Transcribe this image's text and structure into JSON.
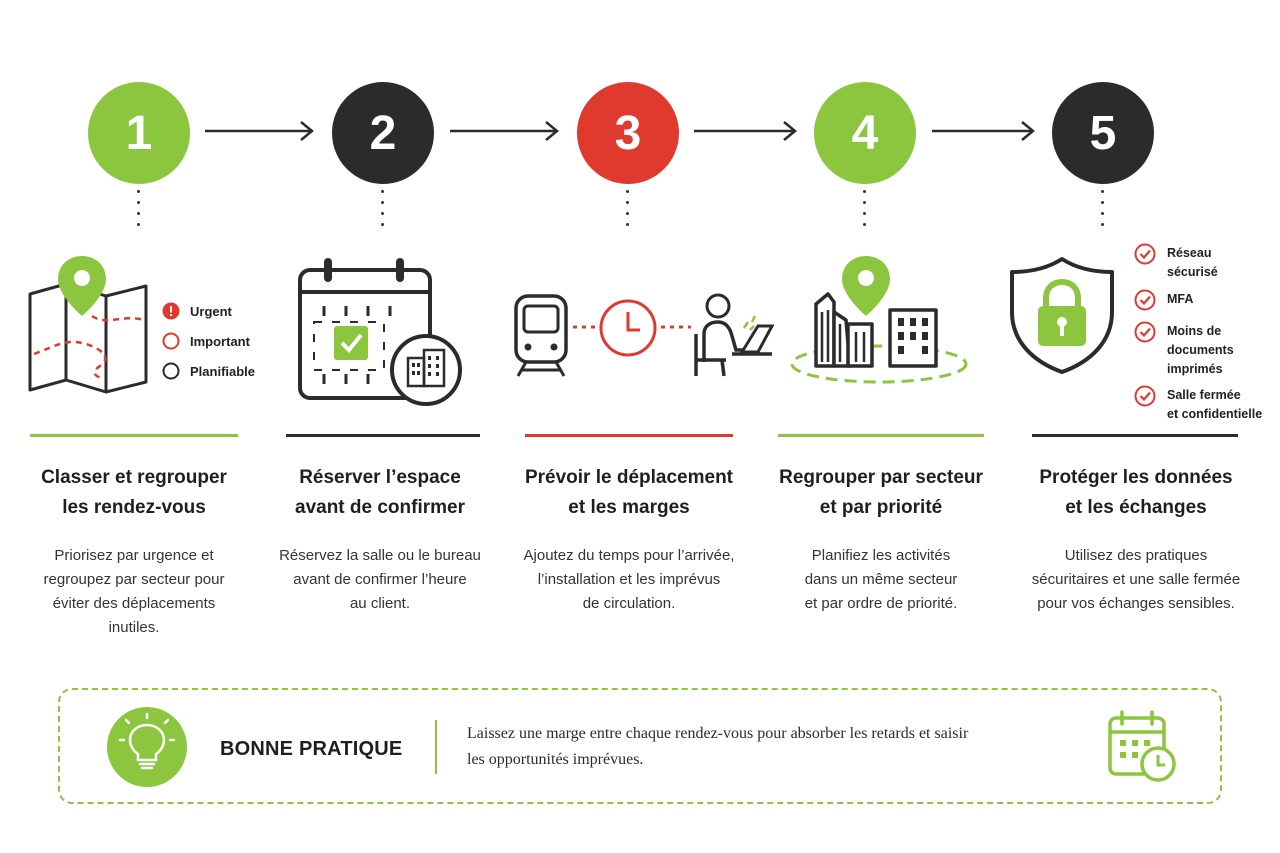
{
  "steps": [
    {
      "number": "1",
      "color": "#8cc63f",
      "title_line1": "Classer et regrouper",
      "title_line2": "les rendez-vous",
      "desc": [
        "Priorisez par urgence et",
        "regroupez par secteur pour",
        "éviter des déplacements",
        "inutiles."
      ]
    },
    {
      "number": "2",
      "color": "#2b2b2b",
      "title_line1": "Réserver l’espace",
      "title_line2": "avant de confirmer",
      "desc": [
        "Réservez la salle ou le bureau",
        "avant de confirmer l’heure",
        "au client."
      ]
    },
    {
      "number": "3",
      "color": "#e03a2f",
      "title_line1": "Prévoir le déplacement",
      "title_line2": "et les marges",
      "desc": [
        "Ajoutez du temps pour l’arrivée,",
        "l’installation et les imprévus",
        "de circulation."
      ]
    },
    {
      "number": "4",
      "color": "#8cc63f",
      "title_line1": "Regrouper par secteur",
      "title_line2": "et par priorité",
      "desc": [
        "Planifiez les activités",
        "dans un même secteur",
        "et par ordre de priorité."
      ]
    },
    {
      "number": "5",
      "color": "#2b2b2b",
      "title_line1": "Protéger les données",
      "title_line2": "et les échanges",
      "desc": [
        "Utilisez des pratiques",
        "sécuritaires et une salle fermée",
        "pour vos échanges sensibles."
      ]
    }
  ],
  "legend": {
    "urgent": "Urgent",
    "important": "Important",
    "planifiable": "Planifiable"
  },
  "security_checklist": [
    [
      "Réseau",
      "sécurisé"
    ],
    [
      "MFA"
    ],
    [
      "Moins de",
      "documents",
      "imprimés"
    ],
    [
      "Salle fermée",
      "et confidentielle"
    ]
  ],
  "tip": {
    "heading": "BONNE PRATIQUE",
    "text_line1": "Laissez une marge entre chaque rendez-vous pour absorber les retards et saisir",
    "text_line2": "les opportunités imprévues."
  },
  "colors": {
    "green": "#8cc63f",
    "dark": "#2b2b2b",
    "red": "#e03a2f"
  },
  "icons": [
    "map-pin-icon",
    "calendar-check-icon",
    "building-icon",
    "train-icon",
    "clock-icon",
    "person-laptop-icon",
    "city-pin-icon",
    "shield-lock-icon",
    "lightbulb-icon",
    "calendar-clock-icon"
  ]
}
